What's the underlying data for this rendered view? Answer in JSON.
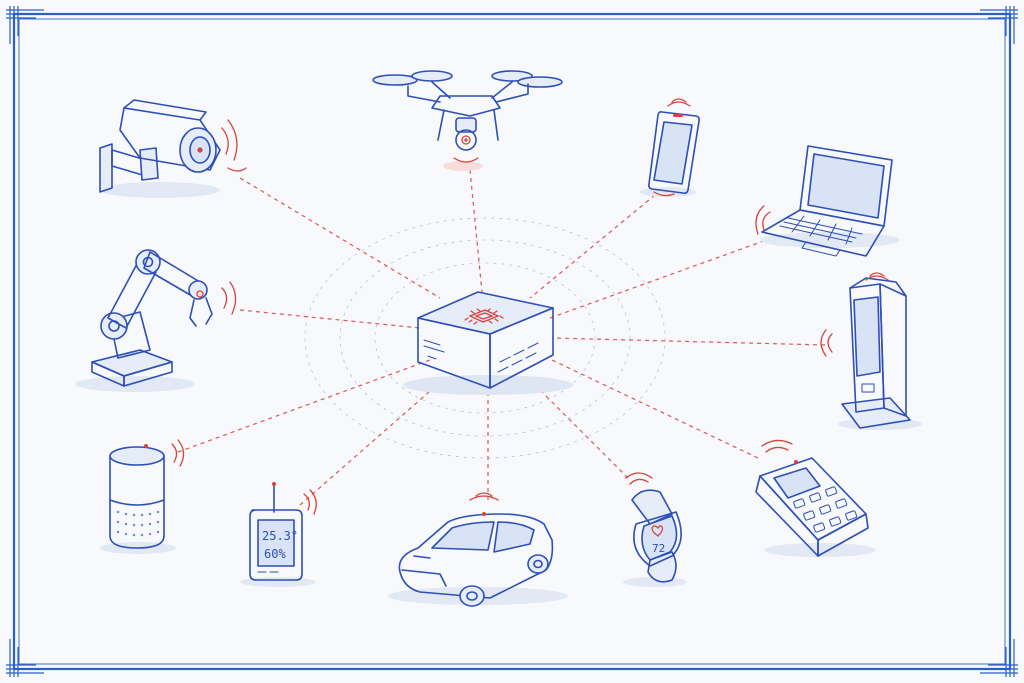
{
  "colors": {
    "background": "#f7f9fc",
    "ink": "#2d4fb8",
    "signal": "#d9423a",
    "link": "#e0574d",
    "frame": "#2a5fc9"
  },
  "hub": {
    "icon": "edge-server-icon",
    "chip_icon": "processor-chip-icon"
  },
  "devices": [
    {
      "id": "security-camera",
      "icon": "security-camera-icon"
    },
    {
      "id": "drone",
      "icon": "drone-icon"
    },
    {
      "id": "smartphone",
      "icon": "smartphone-icon"
    },
    {
      "id": "laptop",
      "icon": "laptop-icon"
    },
    {
      "id": "robotic-arm",
      "icon": "robotic-arm-icon"
    },
    {
      "id": "kiosk",
      "icon": "kiosk-icon"
    },
    {
      "id": "smart-speaker",
      "icon": "smart-speaker-icon"
    },
    {
      "id": "sensor",
      "icon": "environment-sensor-icon"
    },
    {
      "id": "car",
      "icon": "connected-car-icon"
    },
    {
      "id": "smartwatch",
      "icon": "smartwatch-icon"
    },
    {
      "id": "payment-terminal",
      "icon": "payment-terminal-icon"
    }
  ],
  "sensor_display": {
    "temperature": "25.3°",
    "humidity": "60%"
  },
  "watch_display": {
    "heart_rate": "72"
  }
}
